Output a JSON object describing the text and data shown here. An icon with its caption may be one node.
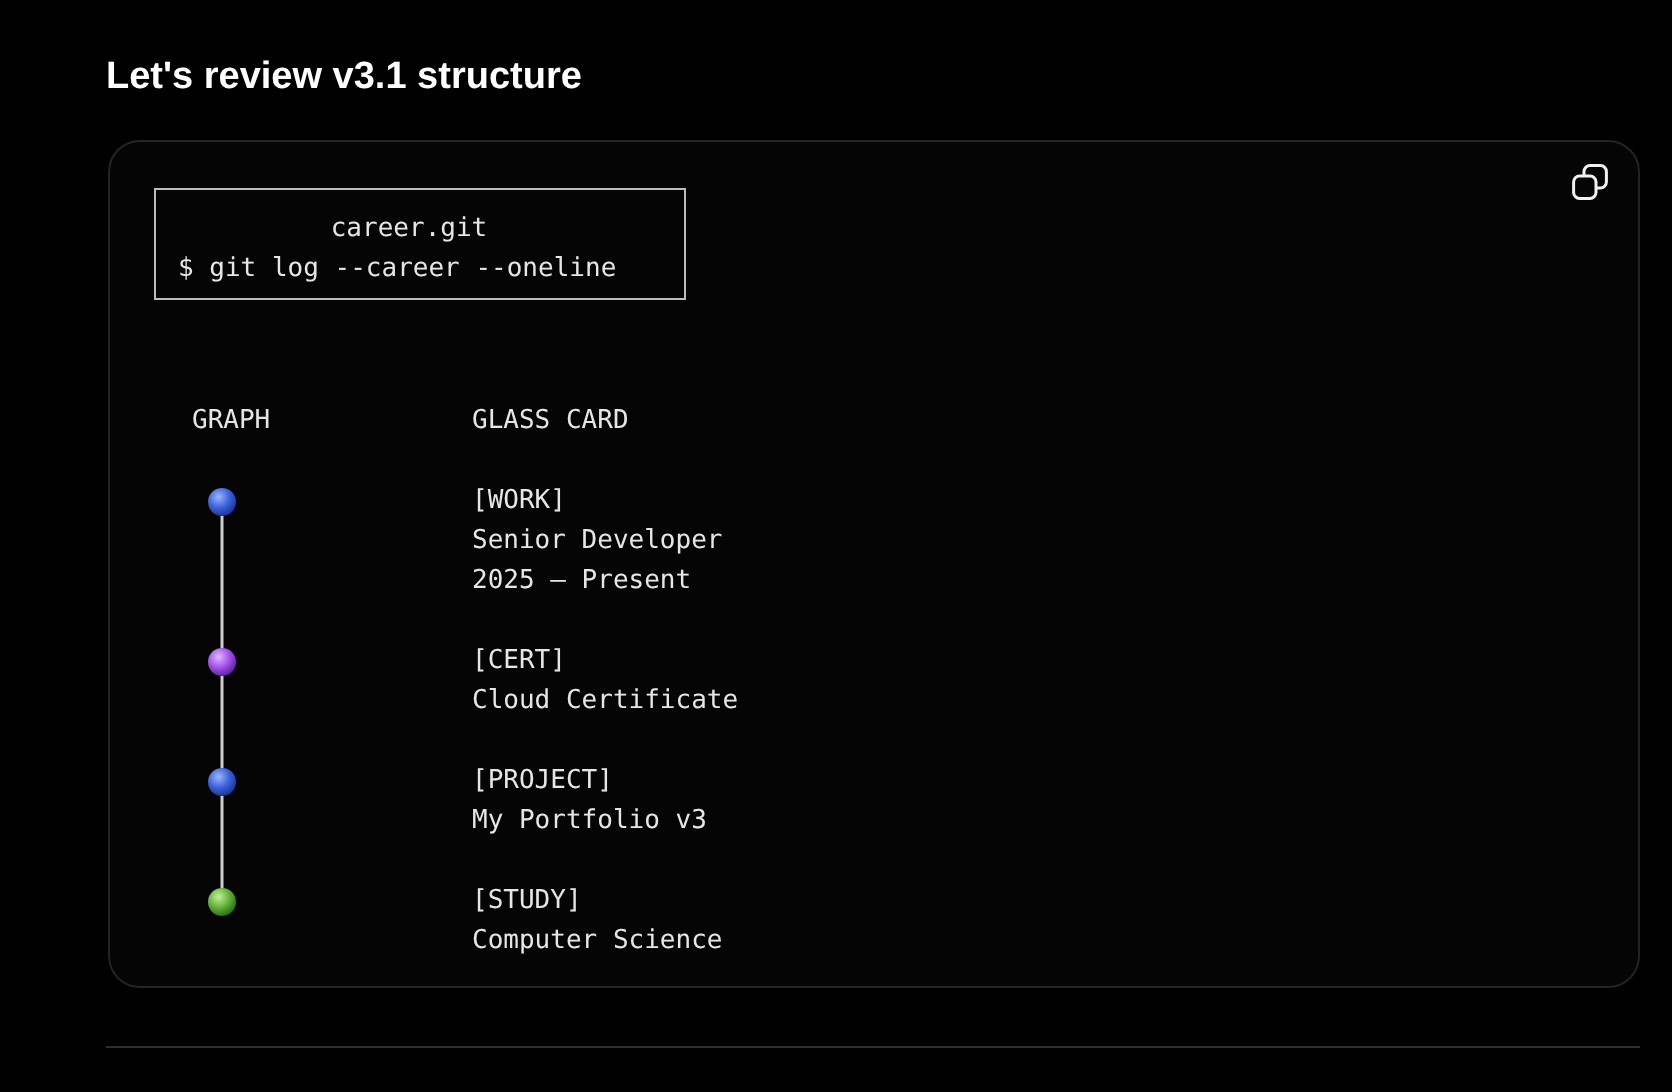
{
  "diagram": {
    "title": "Let's review v3.1 structure",
    "nodes": [
      {
        "text": [],
        "shape": "box"
      },
      {
        "text": [
          "career.git",
          "$ git log --career --oneline"
        ],
        "in": 0
      },
      {
        "text": [],
        "shape": "circle",
        "in": 0,
        "beside": [
          "[WORK]",
          "Senior Developer",
          "2025 – Present"
        ]
      },
      {
        "text": [],
        "shape": "circle",
        "in": 0,
        "beside": [
          "[CERT]",
          "Cloud Certificate"
        ]
      },
      {
        "text": [],
        "shape": "circle",
        "in": 0,
        "beside": [
          "[PROJECT]",
          "My Portfolio v3"
        ]
      },
      {
        "text": [],
        "shape": "circle",
        "in": 0,
        "beside": [
          "[STUDY]",
          "Computer Science"
        ]
      }
    ],
    "edges": [
      {
        "from": 2,
        "to": 3,
        "arrow": "none"
      },
      {
        "from": 3,
        "to": 4,
        "arrow": "none"
      },
      {
        "from": 4,
        "to": 5,
        "arrow": "none"
      }
    ],
    "labels": [
      "GRAPH",
      "GLASS CARD"
    ]
  }
}
